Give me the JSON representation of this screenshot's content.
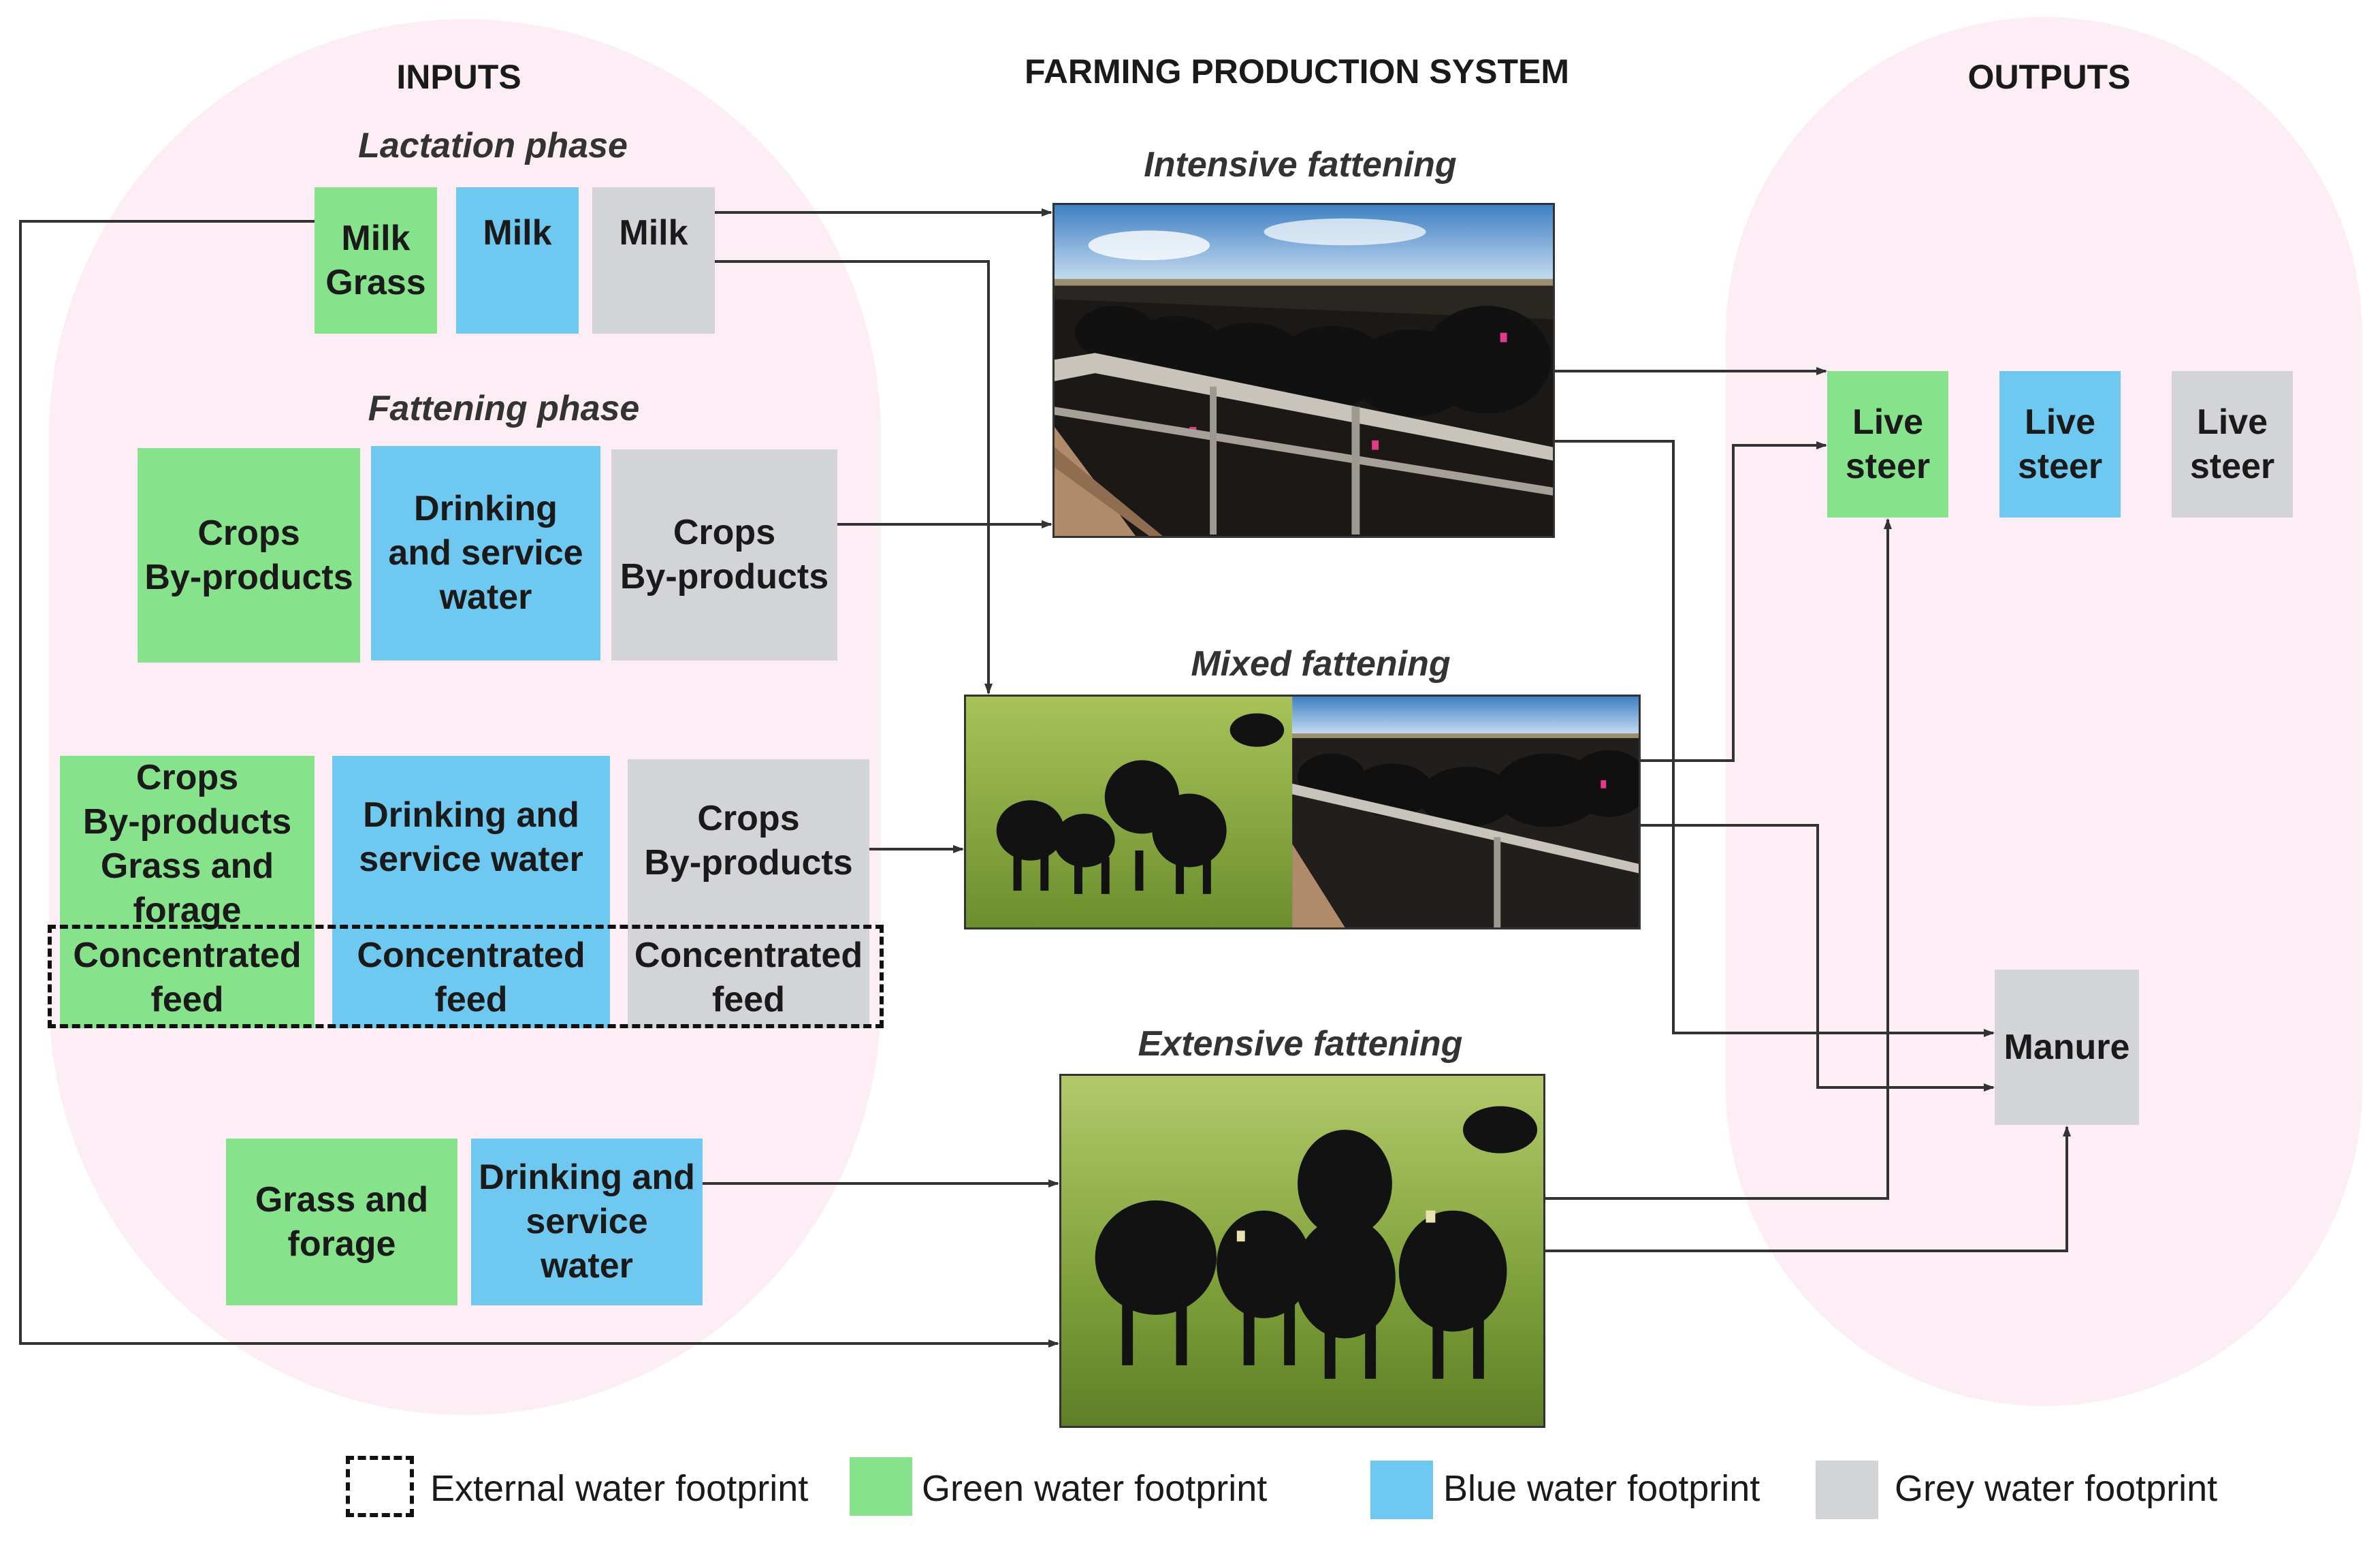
{
  "headings": {
    "inputs": "INPUTS",
    "system": "FARMING PRODUCTION SYSTEM",
    "outputs": "OUTPUTS"
  },
  "phases": {
    "lactation": "Lactation phase",
    "fattening": "Fattening phase"
  },
  "inputs": {
    "lactation": {
      "green": [
        "Milk",
        "Grass"
      ],
      "blue": [
        "Milk"
      ],
      "grey": [
        "Milk"
      ]
    },
    "intensive": {
      "green": [
        "Crops",
        "By-products"
      ],
      "blue": [
        "Drinking",
        "and service",
        "water"
      ],
      "grey": [
        "Crops",
        "By-products"
      ]
    },
    "mixed": {
      "green": [
        "Crops",
        "By-products",
        "Grass and",
        "forage"
      ],
      "blue": [
        "Drinking and",
        "service water"
      ],
      "grey": [
        "Crops",
        "By-products"
      ],
      "external_green": [
        "Concentrated",
        "feed"
      ],
      "external_blue": [
        "Concentrated",
        "feed"
      ],
      "external_grey": [
        "Concentrated",
        "feed"
      ]
    },
    "extensive": {
      "green": [
        "Grass and",
        "forage"
      ],
      "blue": [
        "Drinking and",
        "service",
        "water"
      ]
    }
  },
  "systems": {
    "intensive": "Intensive fattening",
    "mixed": "Mixed fattening",
    "extensive": "Extensive fattening"
  },
  "outputs": {
    "live_steer_green": [
      "Live",
      "steer"
    ],
    "live_steer_blue": [
      "Live",
      "steer"
    ],
    "live_steer_grey": [
      "Live",
      "steer"
    ],
    "manure": [
      "Manure"
    ]
  },
  "legend": {
    "external": "External water footprint",
    "green": "Green water footprint",
    "blue": "Blue water footprint",
    "grey": "Grey water footprint"
  },
  "colors": {
    "green": "#87e28c",
    "blue": "#6ec8ef",
    "grey": "#d2d4d8",
    "region": "#fdeef6",
    "arrow": "#333333"
  }
}
